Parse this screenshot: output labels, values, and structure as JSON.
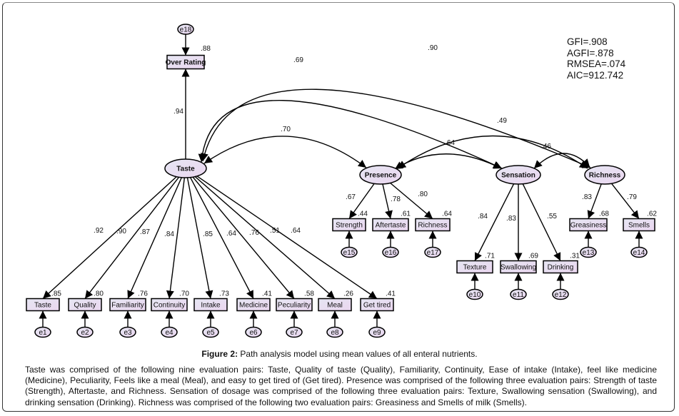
{
  "figure": {
    "label": "Figure 2:",
    "title": " Path analysis model using mean values of all enteral nutrients.",
    "caption": "Taste was comprised of the following nine evaluation pairs: Taste, Quality of taste (Quality), Familiarity, Continuity, Ease of intake (Intake), feel like medicine (Medicine), Peculiarity, Feels like a meal (Meal), and easy to get tired of (Get tired). Presence was comprised of the following three evaluation pairs: Strength of taste (Strength), Aftertaste, and Richness. Sensation of dosage was comprised of the following three evaluation pairs: Texture, Swallowing sensation (Swallowing), and drinking sensation (Drinking). Richness was comprised of the following two evaluation pairs: Greasiness and Smells of milk (Smells)."
  },
  "fit_indices": {
    "gfi": "GFI=.908",
    "agfi": "AGFI=.878",
    "rmsea": "RMSEA=.074",
    "aic": "AIC=912.742"
  },
  "colors": {
    "node_fill_start": "#e6e6f2",
    "node_fill_end": "#ead6f0",
    "stroke": "#000000"
  },
  "latents": [
    {
      "id": "taste",
      "label": "Taste"
    },
    {
      "id": "presence",
      "label": "Presence"
    },
    {
      "id": "sensation",
      "label": "Sensation"
    },
    {
      "id": "richness",
      "label": "Richness"
    }
  ],
  "outcome": {
    "id": "over",
    "label": "Over Rating",
    "r2": ".88",
    "error": "e18",
    "path": ".94"
  },
  "indicators": [
    {
      "id": "i1",
      "label": "Taste",
      "latent": "taste",
      "loading": ".92",
      "r2": ".85",
      "error": "e1"
    },
    {
      "id": "i2",
      "label": "Quality",
      "latent": "taste",
      "loading": ".90",
      "r2": ".80",
      "error": "e2"
    },
    {
      "id": "i3",
      "label": "Familiarity",
      "latent": "taste",
      "loading": ".87",
      "r2": ".76",
      "error": "e3"
    },
    {
      "id": "i4",
      "label": "Continuity",
      "latent": "taste",
      "loading": ".84",
      "r2": ".70",
      "error": "e4"
    },
    {
      "id": "i5",
      "label": "Intake",
      "latent": "taste",
      "loading": ".85",
      "r2": ".73",
      "error": "e5"
    },
    {
      "id": "i6",
      "label": "Medicine",
      "latent": "taste",
      "loading": ".64",
      "r2": ".41",
      "error": "e6"
    },
    {
      "id": "i7",
      "label": "Peculiarity",
      "latent": "taste",
      "loading": ".76",
      "r2": ".58",
      "error": "e7"
    },
    {
      "id": "i8",
      "label": "Meal",
      "latent": "taste",
      "loading": ".51",
      "r2": ".26",
      "error": "e8"
    },
    {
      "id": "i9",
      "label": "Get tired",
      "latent": "taste",
      "loading": ".64",
      "r2": ".41",
      "error": "e9"
    },
    {
      "id": "i15",
      "label": "Strength",
      "latent": "presence",
      "loading": ".67",
      "r2": ".44",
      "error": "e15"
    },
    {
      "id": "i16",
      "label": "Aftertaste",
      "latent": "presence",
      "loading": ".78",
      "r2": ".61",
      "error": "e16"
    },
    {
      "id": "i17",
      "label": "Richness",
      "latent": "presence",
      "loading": ".80",
      "r2": ".64",
      "error": "e17"
    },
    {
      "id": "i10",
      "label": "Texture",
      "latent": "sensation",
      "loading": ".84",
      "r2": ".71",
      "error": "e10"
    },
    {
      "id": "i11",
      "label": "Swallowing",
      "latent": "sensation",
      "loading": ".83",
      "r2": ".69",
      "error": "e11"
    },
    {
      "id": "i12",
      "label": "Drinking",
      "latent": "sensation",
      "loading": ".55",
      "r2": ".31",
      "error": "e12"
    },
    {
      "id": "i13",
      "label": "Greasiness",
      "latent": "richness",
      "loading": ".83",
      "r2": ".68",
      "error": "e13"
    },
    {
      "id": "i14",
      "label": "Smells",
      "latent": "richness",
      "loading": ".79",
      "r2": ".62",
      "error": "e14"
    }
  ],
  "correlations": [
    {
      "from": "taste",
      "to": "presence",
      "value": ".70"
    },
    {
      "from": "taste",
      "to": "sensation",
      "value": ".69"
    },
    {
      "from": "taste",
      "to": "richness",
      "value": ".90"
    },
    {
      "from": "presence",
      "to": "sensation",
      "value": ".64"
    },
    {
      "from": "presence",
      "to": "richness",
      "value": ".49"
    },
    {
      "from": "sensation",
      "to": "richness",
      "value": ".46"
    }
  ]
}
